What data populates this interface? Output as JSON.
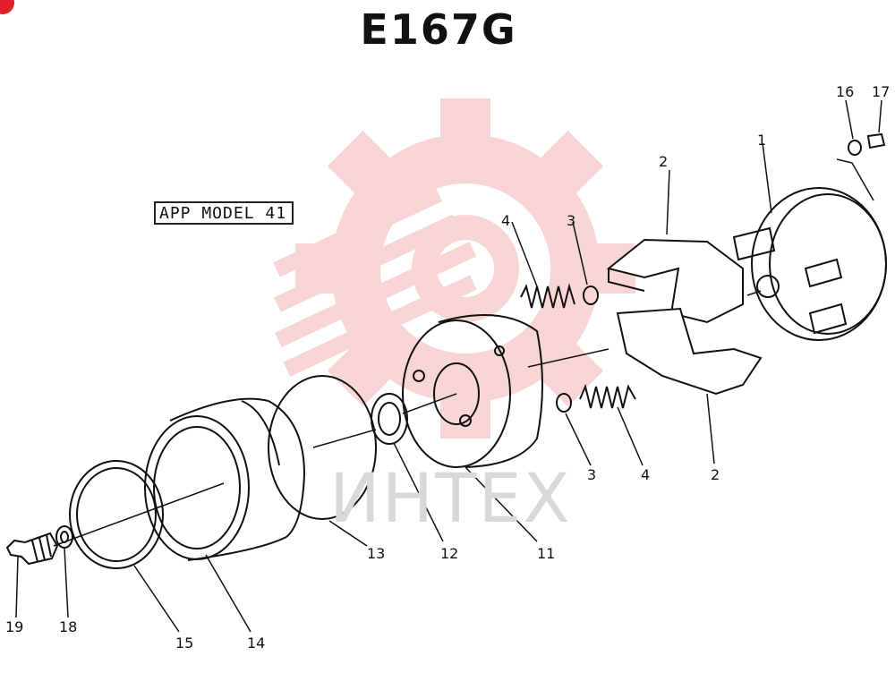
{
  "title": "E167G",
  "model_label": "APP MODEL 41",
  "watermark": {
    "text": "ИНТЕХ",
    "color": "#f4b5b5"
  },
  "callouts": {
    "c1": "1",
    "c2a": "2",
    "c2b": "2",
    "c3a": "3",
    "c3b": "3",
    "c4a": "4",
    "c4b": "4",
    "c11": "11",
    "c12": "12",
    "c13": "13",
    "c14": "14",
    "c15": "15",
    "c16": "16",
    "c17": "17",
    "c18": "18",
    "c19": "19"
  },
  "colors": {
    "ink": "#111111",
    "accent": "#e0202e"
  }
}
